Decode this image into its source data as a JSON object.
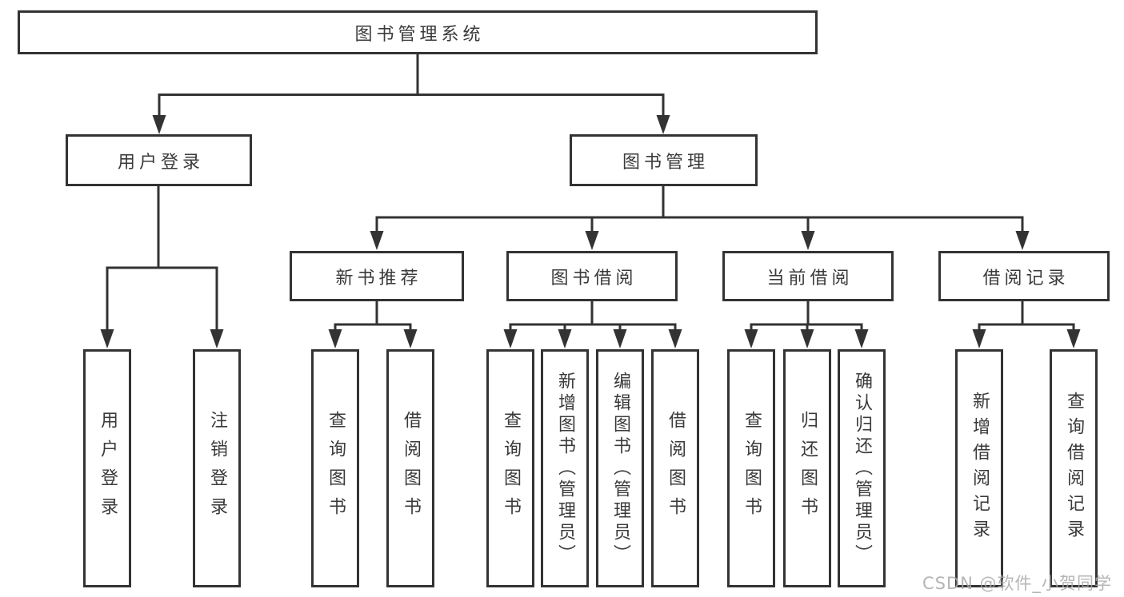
{
  "colors": {
    "line": "#333333",
    "box_border": "#333333",
    "text": "#3a3a3a",
    "background": "#ffffff",
    "watermark": "#a8a8a8"
  },
  "watermark": {
    "text": "CSDN @软件_小贺同学"
  },
  "diagram": {
    "type": "hierarchy-tree",
    "root": {
      "label": "图书管理系统"
    },
    "branches": [
      {
        "label": "用户登录",
        "children": [
          {
            "label": "用户登录"
          },
          {
            "label": "注销登录"
          }
        ]
      },
      {
        "label": "图书管理",
        "children": [
          {
            "label": "新书推荐",
            "children": [
              {
                "label": "查询图书"
              },
              {
                "label": "借阅图书"
              }
            ]
          },
          {
            "label": "图书借阅",
            "children": [
              {
                "label": "查询图书"
              },
              {
                "label": "新增图书（管理员）"
              },
              {
                "label": "编辑图书（管理员）"
              },
              {
                "label": "借阅图书"
              }
            ]
          },
          {
            "label": "当前借阅",
            "children": [
              {
                "label": "查询图书"
              },
              {
                "label": "归还图书"
              },
              {
                "label": "确认归还（管理员）"
              }
            ]
          },
          {
            "label": "借阅记录",
            "children": [
              {
                "label": "新增借阅记录"
              },
              {
                "label": "查询借阅记录"
              }
            ]
          }
        ]
      }
    ]
  }
}
